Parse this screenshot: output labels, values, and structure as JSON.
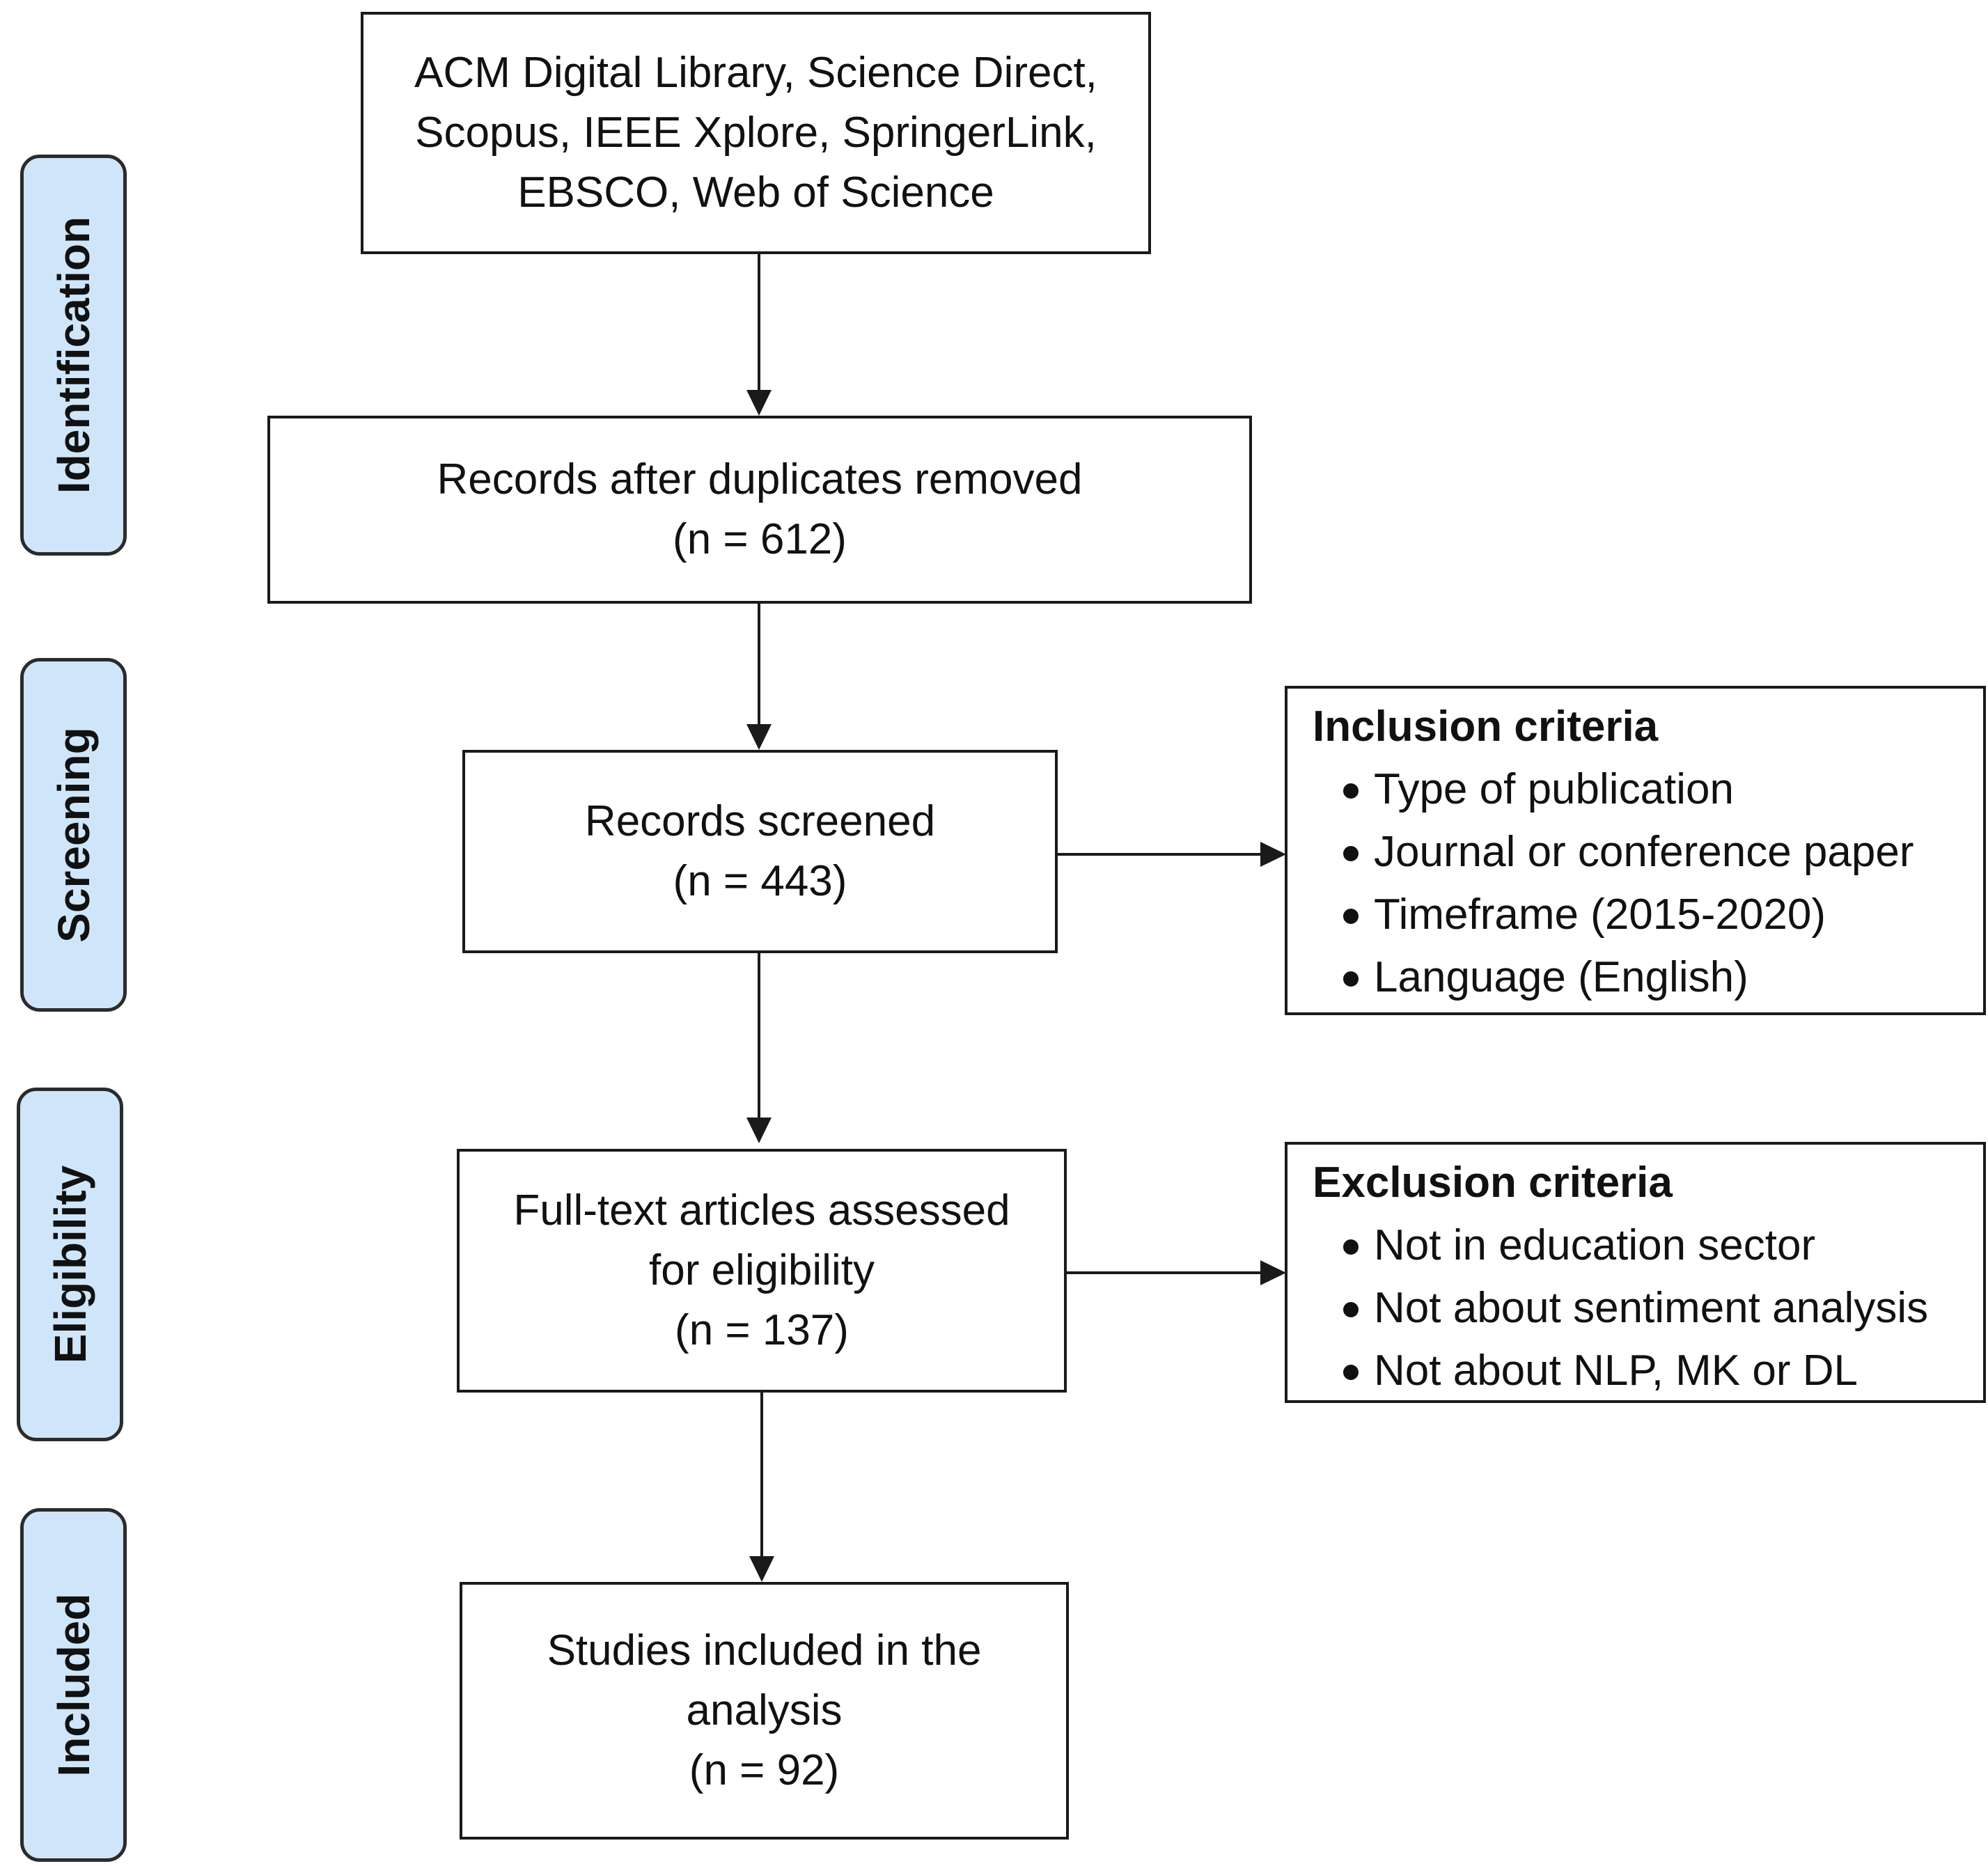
{
  "stages": [
    {
      "id": "identification",
      "label": "Identification"
    },
    {
      "id": "screening",
      "label": "Screening"
    },
    {
      "id": "eligibility",
      "label": "Eligibility"
    },
    {
      "id": "included",
      "label": "Included"
    }
  ],
  "boxes": {
    "sources": {
      "lines": [
        "ACM Digital Library, Science Direct,",
        "Scopus, IEEE Xplore, SpringerLink,",
        "EBSCO, Web of Science"
      ]
    },
    "deduplicated": {
      "lines": [
        "Records after duplicates removed",
        "(n = 612)"
      ]
    },
    "screened": {
      "lines": [
        "Records screened",
        "(n = 443)"
      ]
    },
    "assessed": {
      "lines": [
        "Full-text articles assessed",
        "for eligibility",
        "(n = 137)"
      ]
    },
    "included": {
      "lines": [
        "Studies included in the",
        "analysis",
        "(n = 92)"
      ]
    }
  },
  "inclusion_criteria": {
    "title": "Inclusion criteria",
    "items": [
      "Type of publication",
      "Journal or conference paper",
      "Timeframe (2015-2020)",
      "Language (English)"
    ]
  },
  "exclusion_criteria": {
    "title": "Exclusion criteria",
    "items": [
      "Not in education sector",
      "Not about sentiment analysis",
      "Not about NLP, MK or DL"
    ]
  },
  "colors": {
    "stage_fill": "#cfe6fa",
    "stroke": "#1a1a1a"
  }
}
